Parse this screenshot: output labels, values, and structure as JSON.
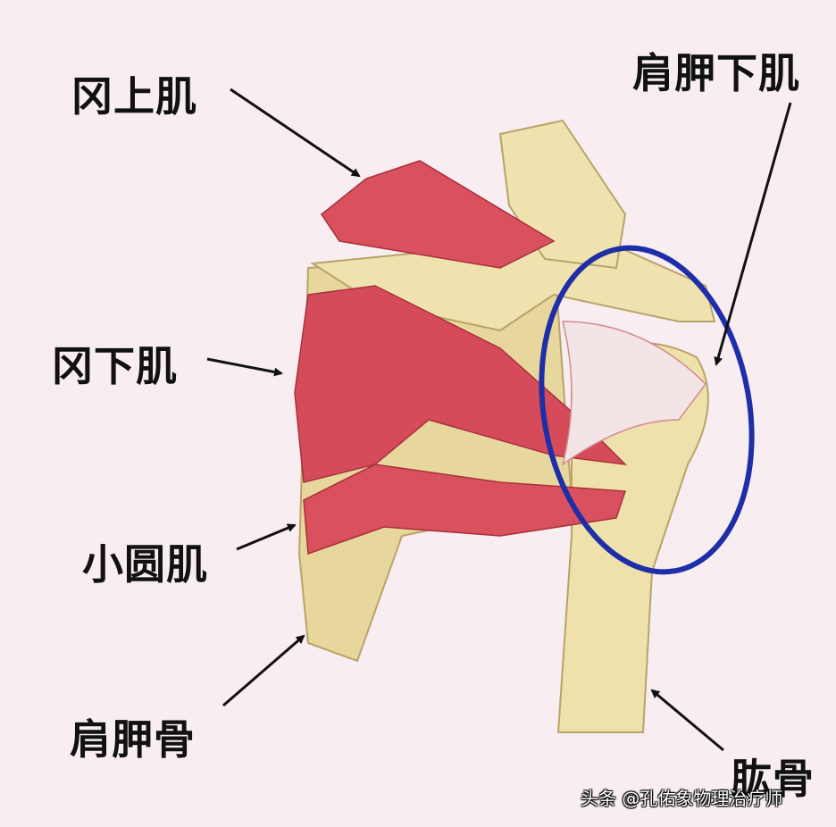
{
  "labels": {
    "supraspinatus": "冈上肌",
    "subscapularis": "肩胛下肌",
    "infraspinatus": "冈下肌",
    "teres_minor": "小圆肌",
    "scapula": "肩胛骨",
    "humerus": "肱骨"
  },
  "watermark": "头条 @孔佑象物理治疗师",
  "colors": {
    "background": "#f8edf0",
    "muscle": "#d9505e",
    "bone": "#ecdca4",
    "highlight_circle": "#1e2ea8",
    "text": "#111111"
  }
}
